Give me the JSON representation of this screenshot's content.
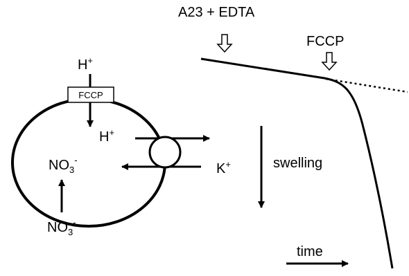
{
  "labels": {
    "treatment": "A23 + EDTA",
    "fccp_trace": "FCCP",
    "fccp_box": "FCCP",
    "h_out_main": "H",
    "h_out_sup": "+",
    "h_in_main": "H",
    "h_in_sup": "+",
    "k_main": "K",
    "k_sup": "+",
    "no3_in_main": "NO",
    "no3_in_sub": "3",
    "no3_in_sup": "-",
    "no3_out_main": "NO",
    "no3_out_sub": "3",
    "no3_out_sup": "-",
    "swelling": "swelling",
    "time": "time"
  },
  "colors": {
    "stroke": "#000000",
    "background": "#ffffff",
    "box_fill": "#ffffff"
  }
}
